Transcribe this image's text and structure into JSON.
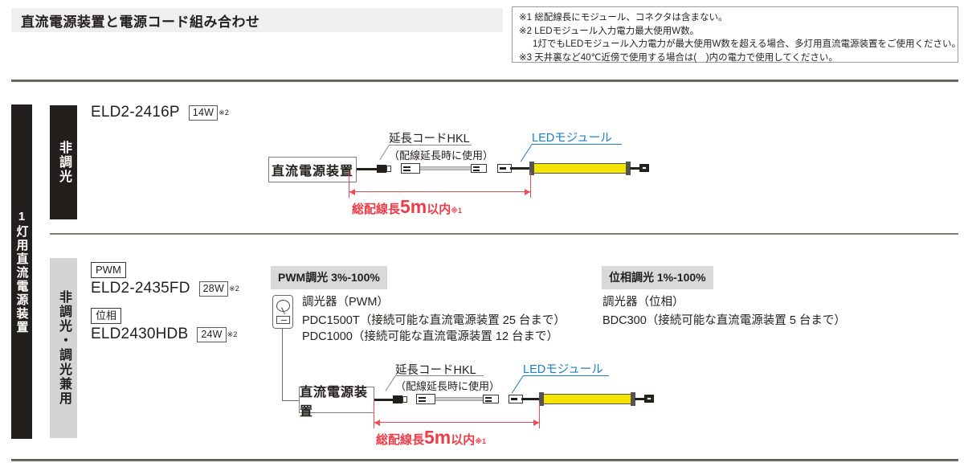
{
  "header": {
    "title": "直流電源装置と電源コード組み合わせ",
    "notes": [
      "※1 総配線長にモジュール、コネクタは含まない。",
      "※2 LEDモジュール入力電力最大使用W数。",
      "1灯でもLEDモジュール入力電力が最大使用W数を超える場合、多灯用直流電源装置をご使用ください。",
      "※3 天井裏など40℃近傍で使用する場合は(　)内の電力で使用してください。"
    ]
  },
  "category": {
    "main_label": "1灯用直流電源装置",
    "row1_label": "非調光",
    "row2_label": "非調光・調光兼用"
  },
  "row1": {
    "model": "ELD2-2416P",
    "watt": "14W",
    "watt_note": "※2",
    "diagram": {
      "psu_label": "直流電源装置",
      "ext_label": "延長コードHKL",
      "ext_sub": "（配線延長時に使用）",
      "led_label": "LEDモジュール",
      "dim_prefix": "総配線長",
      "dim_value": "5m",
      "dim_suffix": "以内",
      "dim_note": "※1"
    }
  },
  "row2": {
    "badge_pwm": "PWM",
    "model_pwm": "ELD2-2435FD",
    "watt_pwm": "28W",
    "watt_pwm_note": "※2",
    "badge_phase": "位相",
    "model_phase": "ELD2430HDB",
    "watt_phase": "24W",
    "watt_phase_note": "※2",
    "pwm_section": {
      "header": "PWM調光 3%-100%",
      "device_label": "調光器（PWM）",
      "line1": "PDC1500T（接続可能な直流電源装置 25 台まで）",
      "line2": "PDC1000（接続可能な直流電源装置 12 台まで）"
    },
    "phase_section": {
      "header": "位相調光 1%-100%",
      "device_label": "調光器（位相）",
      "line1": "BDC300（接続可能な直流電源装置 5 台まで）"
    },
    "diagram": {
      "psu_label": "直流電源装置",
      "ext_label": "延長コードHKL",
      "ext_sub": "（配線延長時に使用）",
      "led_label": "LEDモジュール",
      "dim_prefix": "総配線長",
      "dim_value": "5m",
      "dim_suffix": "以内",
      "dim_note": "※1"
    }
  },
  "colors": {
    "accent_red": "#ee3b46",
    "accent_blue": "#1a7fc4",
    "led_yellow": "#f5e300",
    "bar_dark": "#231f1c",
    "bar_light": "#d4d4d4"
  }
}
